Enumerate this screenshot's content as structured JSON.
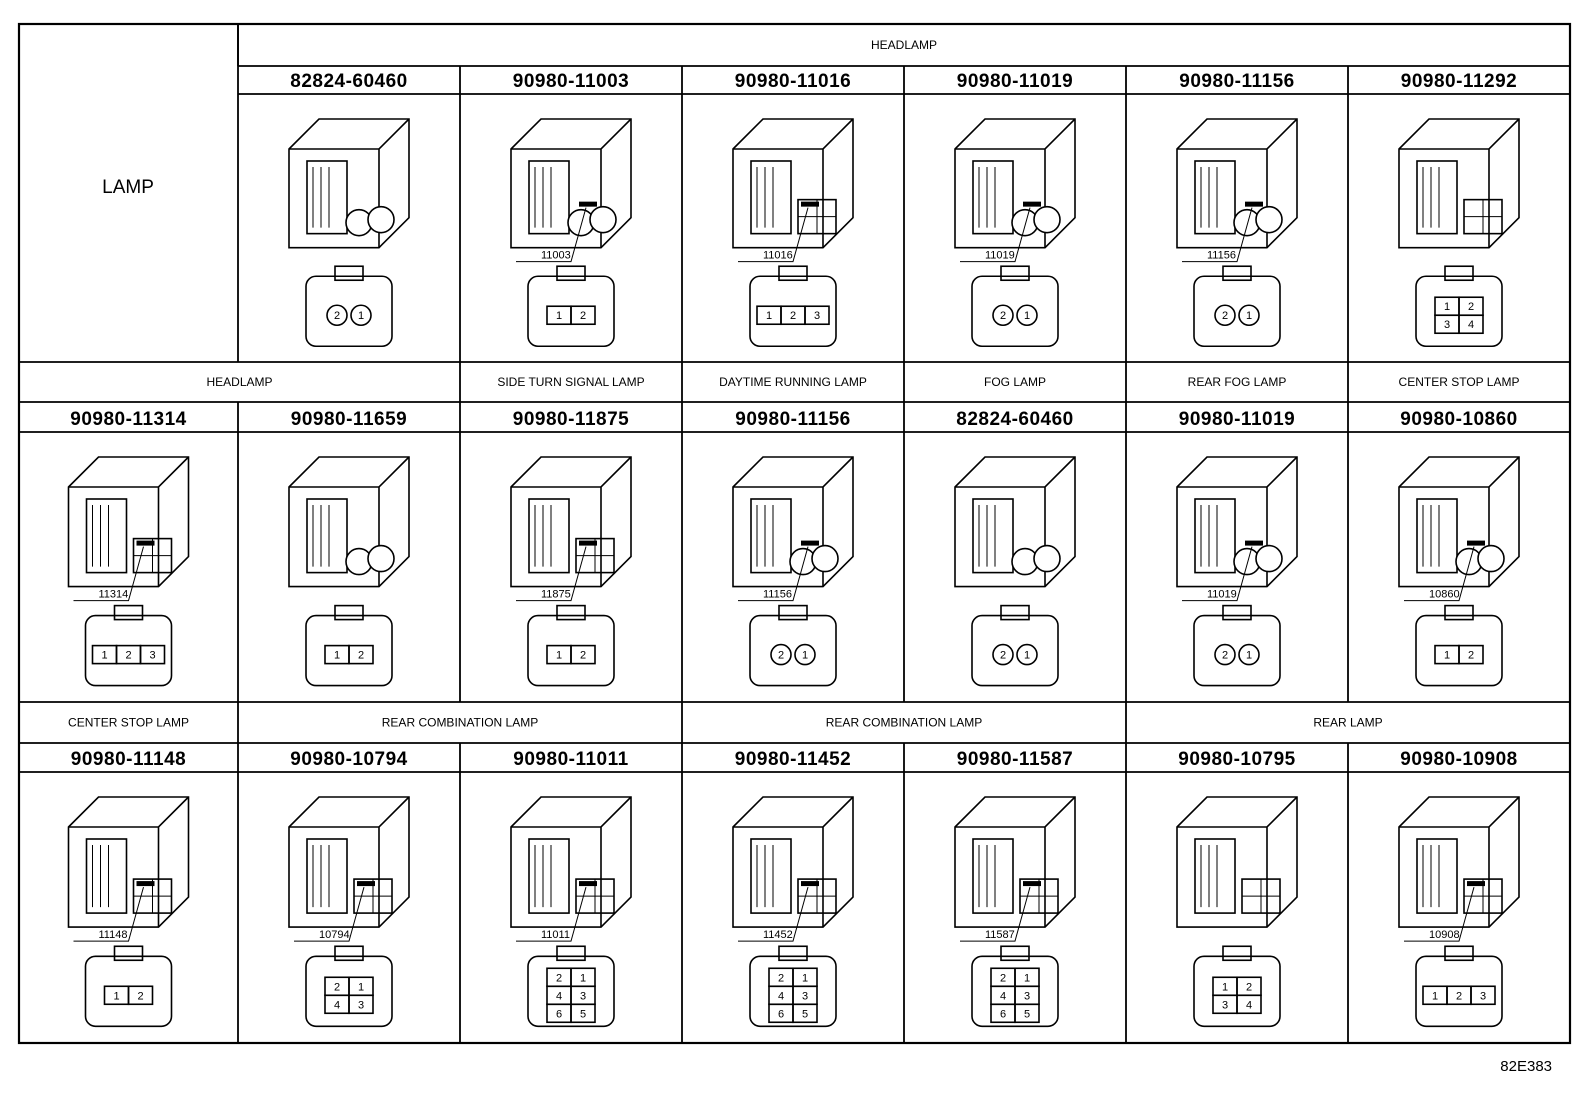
{
  "corner_label": "LAMP",
  "drawing_ref": "82E383",
  "rows": [
    {
      "sections": [
        {
          "label": "HEADLAMP",
          "span": [
            1,
            6
          ]
        }
      ],
      "connectors": [
        {
          "part": "82824-60460",
          "callout": "",
          "pins": [
            "2",
            "1"
          ],
          "style": "round2"
        },
        {
          "part": "90980-11003",
          "callout": "11003",
          "pins": [
            "1",
            "2"
          ],
          "style": "sq2"
        },
        {
          "part": "90980-11016",
          "callout": "11016",
          "pins": [
            "1",
            "2",
            "3"
          ],
          "style": "tri3"
        },
        {
          "part": "90980-11019",
          "callout": "11019",
          "pins": [
            "2",
            "1"
          ],
          "style": "small2"
        },
        {
          "part": "90980-11156",
          "callout": "11156",
          "pins": [
            "2",
            "1"
          ],
          "style": "round2"
        },
        {
          "part": "90980-11292",
          "callout": "",
          "pins": [
            "1",
            "2",
            "3",
            "4"
          ],
          "style": "grid4"
        }
      ]
    },
    {
      "sections": [
        {
          "label": "HEADLAMP",
          "span": [
            0,
            1
          ]
        },
        {
          "label": "SIDE TURN SIGNAL LAMP",
          "span": [
            2,
            2
          ]
        },
        {
          "label": "DAYTIME RUNNING LAMP",
          "span": [
            3,
            3
          ]
        },
        {
          "label": "FOG LAMP",
          "span": [
            4,
            4
          ]
        },
        {
          "label": "REAR FOG LAMP",
          "span": [
            5,
            5
          ]
        },
        {
          "label": "CENTER STOP LAMP",
          "span": [
            6,
            6
          ]
        }
      ],
      "connectors": [
        {
          "part": "90980-11314",
          "callout": "11314",
          "pins": [
            "1",
            "2",
            "3"
          ],
          "style": "t3"
        },
        {
          "part": "90980-11659",
          "callout": "",
          "pins": [
            "1",
            "2"
          ],
          "style": "oval2"
        },
        {
          "part": "90980-11875",
          "callout": "11875",
          "pins": [
            "1",
            "2"
          ],
          "style": "flat2"
        },
        {
          "part": "90980-11156",
          "callout": "11156",
          "pins": [
            "2",
            "1"
          ],
          "style": "round2"
        },
        {
          "part": "82824-60460",
          "callout": "",
          "pins": [
            "2",
            "1"
          ],
          "style": "round2"
        },
        {
          "part": "90980-11019",
          "callout": "11019",
          "pins": [
            "2",
            "1"
          ],
          "style": "small2"
        },
        {
          "part": "90980-10860",
          "callout": "10860",
          "pins": [
            "1",
            "2"
          ],
          "style": "latch2"
        }
      ]
    },
    {
      "sections": [
        {
          "label": "CENTER STOP LAMP",
          "span": [
            0,
            0
          ]
        },
        {
          "label": "REAR COMBINATION LAMP",
          "span": [
            1,
            2
          ]
        },
        {
          "label": "REAR COMBINATION LAMP",
          "span": [
            3,
            4
          ]
        },
        {
          "label": "REAR LAMP",
          "span": [
            5,
            6
          ]
        }
      ],
      "connectors": [
        {
          "part": "90980-11148",
          "callout": "11148",
          "pins": [
            "1",
            "2"
          ],
          "style": "wide2"
        },
        {
          "part": "90980-10794",
          "callout": "10794",
          "pins": [
            "2",
            "1",
            "4",
            "3"
          ],
          "style": "grid4b"
        },
        {
          "part": "90980-11011",
          "callout": "11011",
          "pins": [
            "2",
            "1",
            "4",
            "3",
            "6",
            "5"
          ],
          "style": "grid6"
        },
        {
          "part": "90980-11452",
          "callout": "11452",
          "pins": [
            "2",
            "1",
            "4",
            "3",
            "6",
            "5"
          ],
          "style": "grid6"
        },
        {
          "part": "90980-11587",
          "callout": "11587",
          "pins": [
            "2",
            "1",
            "4",
            "3",
            "6",
            "5"
          ],
          "style": "grid6c"
        },
        {
          "part": "90980-10795",
          "callout": "",
          "pins": [
            "1",
            "2",
            "3",
            "4"
          ],
          "style": "grid4c"
        },
        {
          "part": "90980-10908",
          "callout": "10908",
          "pins": [
            "1",
            "2",
            "3"
          ],
          "style": "row3"
        }
      ]
    }
  ]
}
